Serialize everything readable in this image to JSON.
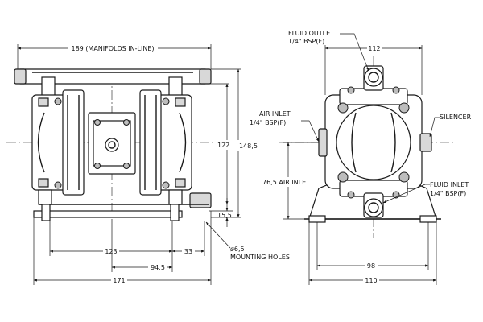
{
  "front_view": {
    "dim_manifolds": "189 (MANIFOLDS IN-LINE)",
    "dim_height_122": "122",
    "dim_height_148_5": "148,5",
    "dim_base_15_5": "15,5",
    "dim_123": "123",
    "dim_33": "33",
    "dim_94_5": "94,5",
    "dim_171": "171",
    "mounting_holes_line1": "ø6,5",
    "mounting_holes_line2": "MOUNTING HOLES"
  },
  "side_view": {
    "fluid_outlet_line1": "FLUID OUTLET",
    "fluid_outlet_line2": "1/4\" BSP(F)",
    "dim_112": "112",
    "air_inlet_line1": "AIR INLET",
    "air_inlet_line2": "1/4\" BSP(F)",
    "silencer": "SILENCER",
    "dim_air_inlet": "76,5 AIR INLET",
    "fluid_inlet_line1": "FLUID INLET",
    "fluid_inlet_line2": "1/4\" BSP(F)",
    "dim_98": "98",
    "dim_110": "110"
  }
}
